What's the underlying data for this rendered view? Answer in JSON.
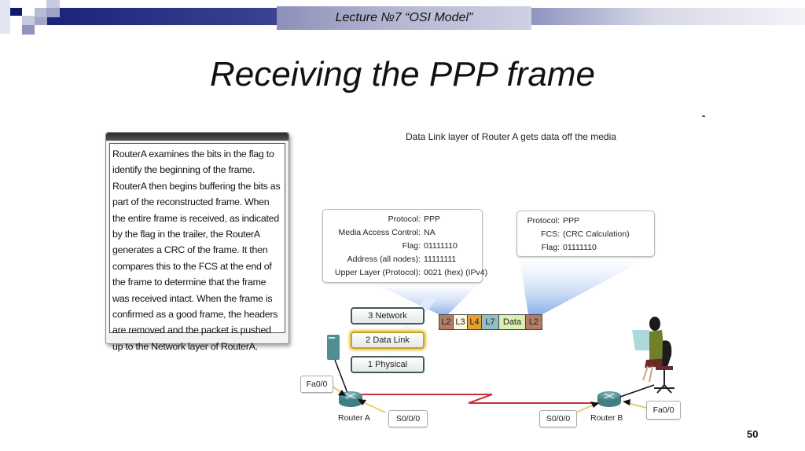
{
  "header": {
    "lecture_label": "Lecture  №7 “OSI Model”"
  },
  "slide": {
    "title": "Receiving the PPP frame",
    "page_number": "50"
  },
  "text_panel": {
    "body": "RouterA examines the bits in the flag to identify the beginning of the frame. RouterA then begins buffering the bits as part of the reconstructed frame. When the entire frame is received, as indicated by the flag in the trailer, the RouterA generates a CRC of the frame. It then compares this to the FCS at the end of the frame to determine that the frame was received intact. When the frame is confirmed as a good frame, the headers are removed and the packet is pushed up to the Network layer of RouterA."
  },
  "diagram": {
    "caption": "Data Link layer of Router A gets data off the media",
    "header_info": [
      {
        "label": "Protocol:",
        "value": "PPP"
      },
      {
        "label": "Media Access Control:",
        "value": "NA"
      },
      {
        "label": "Flag:",
        "value": "01111110"
      },
      {
        "label": "Address (all nodes):",
        "value": "11111111"
      },
      {
        "label": "Upper Layer (Protocol):",
        "value": "0021 (hex) (IPv4)"
      }
    ],
    "trailer_info": [
      {
        "label": "Protocol:",
        "value": "PPP"
      },
      {
        "label": "FCS:",
        "value": "(CRC Calculation)"
      },
      {
        "label": "Flag:",
        "value": "01111110"
      }
    ],
    "frame_cells": [
      {
        "label": "L2",
        "color": "#b57c64",
        "width": 18
      },
      {
        "label": "L3",
        "color": "#fbf7e2",
        "width": 18
      },
      {
        "label": "L4",
        "color": "#e6a12b",
        "width": 18
      },
      {
        "label": "L7",
        "color": "#8fc0c2",
        "width": 22
      },
      {
        "label": "Data",
        "color": "#dcefb2",
        "width": 34
      },
      {
        "label": "L2",
        "color": "#b57c64",
        "width": 20
      }
    ],
    "osi_layers": [
      {
        "label": "3 Network",
        "active": false
      },
      {
        "label": "2 Data Link",
        "active": true
      },
      {
        "label": "1 Physical",
        "active": false
      }
    ],
    "router_a": {
      "label": "Router A",
      "fa_interface": "Fa0/0",
      "serial_interface": "S0/0/0"
    },
    "router_b": {
      "label": "Router B",
      "fa_interface": "Fa0/0",
      "serial_interface": "S0/0/0"
    },
    "colors": {
      "serial_link": "#c8323a",
      "router": "#4f8e93",
      "active_layer_border": "#c9a227"
    }
  }
}
